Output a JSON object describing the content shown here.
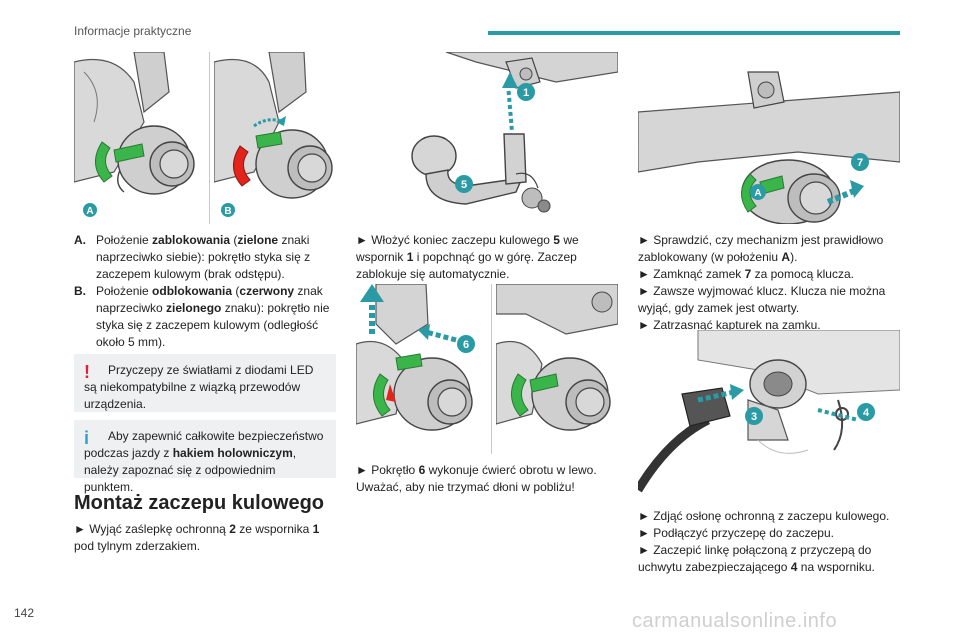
{
  "header": {
    "section_title": "Informacje praktyczne"
  },
  "page_number": "142",
  "watermark": "carmanualsonline.info",
  "colors": {
    "accent": "#2a9ba5",
    "warning": "#e3203a",
    "info": "#2aa3d6",
    "lock_green": "#3ab54a",
    "unlock_red": "#e2241b"
  },
  "figure_labels": {
    "a": "A",
    "b": "B",
    "n1": "1",
    "n5": "5",
    "n6": "6",
    "n7": "7",
    "a2": "A",
    "n3": "3",
    "n4": "4"
  },
  "col1": {
    "item_a_key": "A.",
    "item_a_text_1": "Położenie ",
    "item_a_bold_1": "zablokowania",
    "item_a_text_2": " (",
    "item_a_bold_2": "zielone",
    "item_a_text_3": " znaki naprzeciwko siebie): pokrętło styka się z zaczepem kulowym (brak odstępu).",
    "item_b_key": "B.",
    "item_b_text_1": "Położenie ",
    "item_b_bold_1": "odblokowania",
    "item_b_text_2": " (",
    "item_b_bold_2": "czerwony",
    "item_b_text_3": " znak naprzeciwko ",
    "item_b_bold_3": "zielonego",
    "item_b_text_4": " znaku): pokrętło nie styka się z zaczepem kulowym (odległość około 5 mm).",
    "warning_mark": "!",
    "warning_text": "Przyczepy ze światłami z diodami LED są niekompatybilne z wiązką przewodów urządzenia.",
    "info_mark": "i",
    "info_text_1": "Aby zapewnić całkowite bezpieczeństwo podczas jazdy z ",
    "info_bold": "hakiem holowniczym",
    "info_text_2": ", należy zapoznać się z odpowiednim punktem.",
    "heading": "Montaż zaczepu kulowego",
    "step1_text_1": "► Wyjąć zaślepkę ochronną ",
    "step1_bold_1": "2",
    "step1_text_2": " ze wspornika ",
    "step1_bold_2": "1",
    "step1_text_3": " pod tylnym zderzakiem."
  },
  "col2": {
    "p1_text_1": "► Włożyć koniec zaczepu kulowego ",
    "p1_bold_1": "5",
    "p1_text_2": " we wspornik ",
    "p1_bold_2": "1",
    "p1_text_3": " i popchnąć go w górę. Zaczep zablokuje się automatycznie.",
    "p2_text_1": "► Pokrętło ",
    "p2_bold_1": "6",
    "p2_text_2": " wykonuje ćwierć obrotu w lewo. Uważać, aby nie trzymać dłoni w pobliżu!"
  },
  "col3": {
    "s1_text_1": "► Sprawdzić, czy mechanizm jest prawidłowo zablokowany (w położeniu ",
    "s1_bold": "A",
    "s1_text_2": ").",
    "s2_text_1": "► Zamknąć zamek ",
    "s2_bold": "7",
    "s2_text_2": " za pomocą klucza.",
    "s3": "► Zawsze wyjmować klucz. Klucza nie można wyjąć, gdy zamek jest otwarty.",
    "s4": "► Zatrzasnąć kapturek na zamku.",
    "s5": "► Zdjąć osłonę ochronną z zaczepu kulowego.",
    "s6": "► Podłączyć przyczepę do zaczepu.",
    "s7_text_1": "► Zaczepić linkę połączoną z przyczepą do uchwytu zabezpieczającego ",
    "s7_bold": "4",
    "s7_text_2": " na wsporniku."
  }
}
